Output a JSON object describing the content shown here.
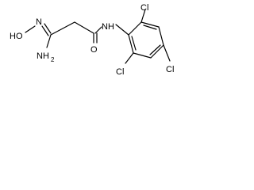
{
  "molecule": {
    "labels": {
      "hydroxyl": "HO",
      "oxime_n": "N",
      "amine": "NH",
      "amine_subscript": "2",
      "carbonyl_o": "O",
      "amide_nh": "NH",
      "cl_top": "Cl",
      "cl_bottom_left": "Cl",
      "cl_right": "Cl"
    },
    "colors": {
      "bond": "#000000",
      "text": "#000000",
      "background": "#ffffff"
    }
  }
}
